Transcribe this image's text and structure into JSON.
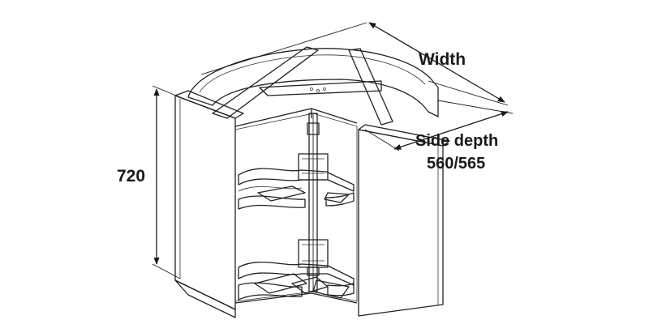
{
  "labels": {
    "width": "Width",
    "side_depth": "Side depth",
    "side_depth_value": "560/565",
    "height": "720"
  },
  "colors": {
    "line": "#1a1a1a",
    "panel": "#ffffff",
    "interior": "#e3e3e3",
    "shelf": "#f4f4f4",
    "shadow": "#c8c8c8"
  }
}
